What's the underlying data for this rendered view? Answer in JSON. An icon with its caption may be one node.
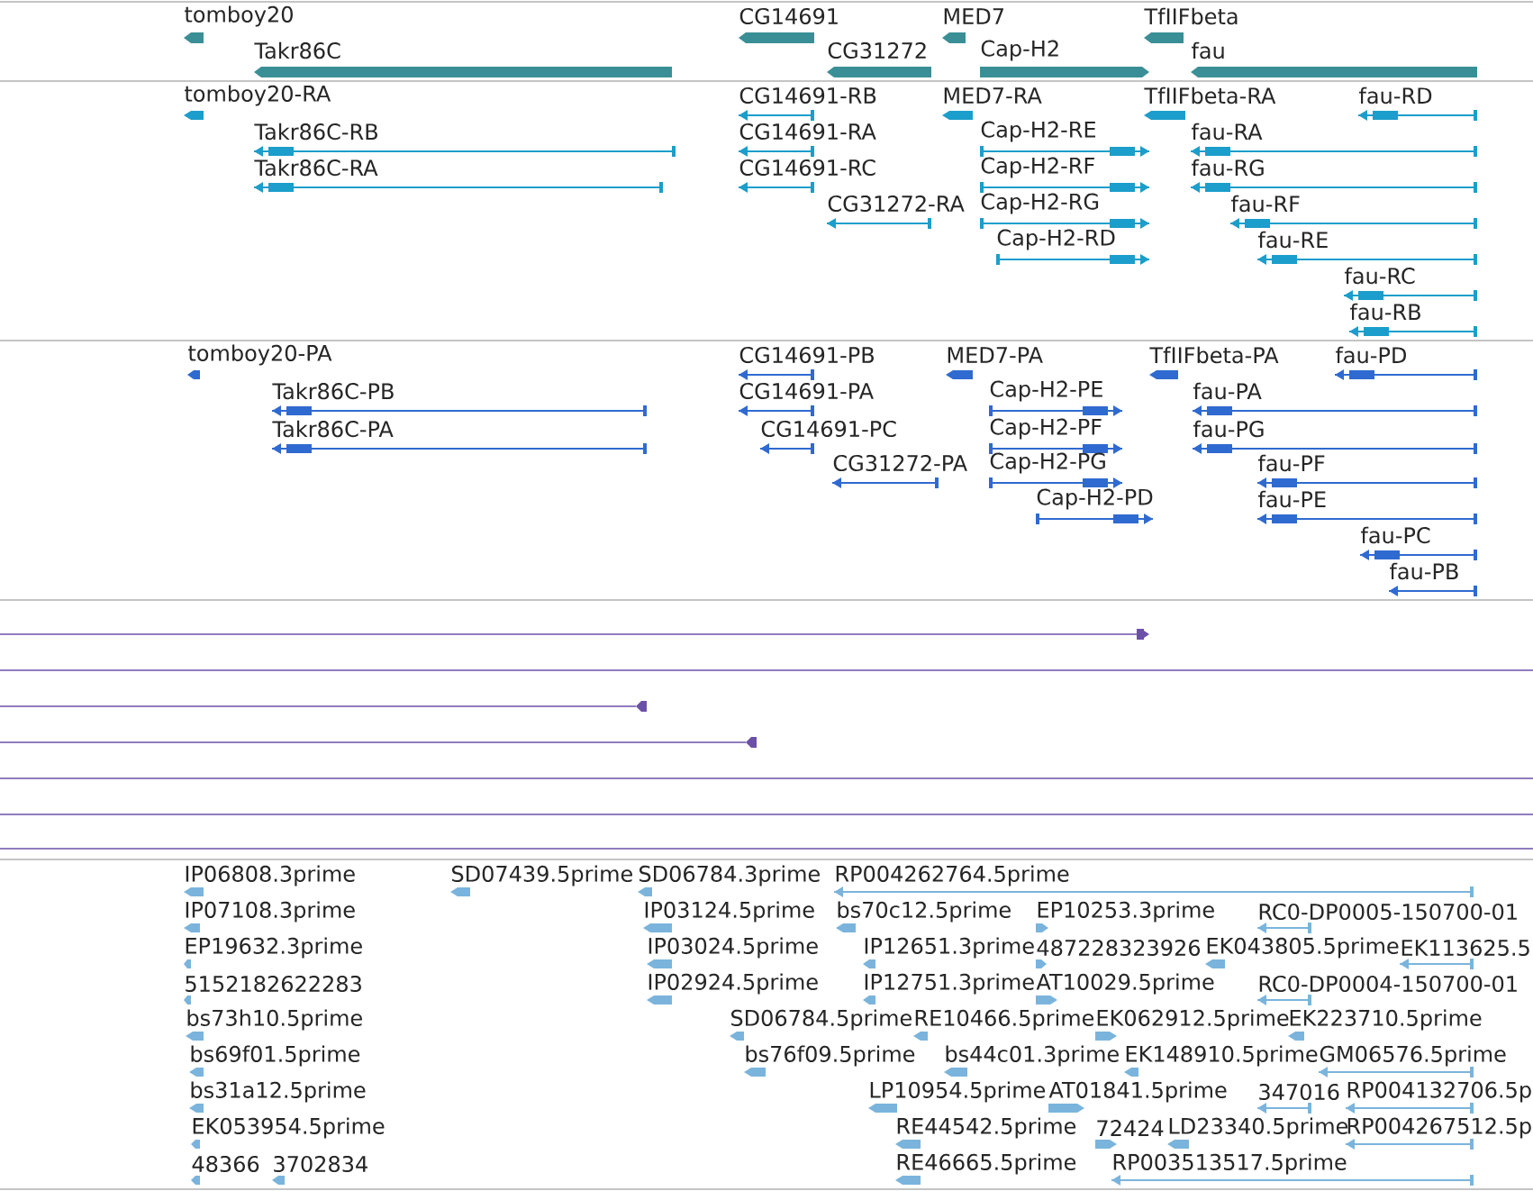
{
  "diagram": {
    "nodes": [
      {
        "text": [
          "tomboy20"
        ]
      },
      {
        "text": [
          "CG14691"
        ]
      },
      {
        "text": [
          "MED7"
        ]
      },
      {
        "text": [
          "TfIIFbeta"
        ]
      },
      {
        "text": [
          "Takr86C"
        ]
      },
      {
        "text": [
          "CG31272"
        ]
      },
      {
        "text": [
          "Cap-H2"
        ]
      },
      {
        "text": [
          "fau"
        ]
      },
      {
        "text": [
          "tomboy20-RA"
        ]
      },
      {
        "text": [
          "CG14691-RB"
        ]
      },
      {
        "text": [
          "MED7-RA"
        ]
      },
      {
        "text": [
          "TfIIFbeta-RA"
        ]
      },
      {
        "text": [
          "fau-RD"
        ]
      },
      {
        "text": [
          "Takr86C-RB"
        ]
      },
      {
        "text": [
          "CG14691-RA"
        ]
      },
      {
        "text": [
          "Cap-H2-RE"
        ]
      },
      {
        "text": [
          "fau-RA"
        ]
      },
      {
        "text": [
          "Takr86C-RA"
        ]
      },
      {
        "text": [
          "CG14691-RC"
        ]
      },
      {
        "text": [
          "Cap-H2-RF"
        ]
      },
      {
        "text": [
          "fau-RG"
        ]
      },
      {
        "text": [
          "CG31272-RA"
        ]
      },
      {
        "text": [
          "Cap-H2-RG"
        ]
      },
      {
        "text": [
          "fau-RF"
        ]
      },
      {
        "text": [
          "Cap-H2-RD"
        ]
      },
      {
        "text": [
          "fau-RE"
        ]
      },
      {
        "text": [
          "fau-RC"
        ]
      },
      {
        "text": [
          "fau-RB"
        ]
      },
      {
        "text": [
          "tomboy20-PA"
        ]
      },
      {
        "text": [
          "CG14691-PB"
        ]
      },
      {
        "text": [
          "MED7-PA"
        ]
      },
      {
        "text": [
          "TfIIFbeta-PA"
        ]
      },
      {
        "text": [
          "fau-PD"
        ]
      },
      {
        "text": [
          "Takr86C-PB"
        ]
      },
      {
        "text": [
          "CG14691-PA"
        ]
      },
      {
        "text": [
          "Cap-H2-PE"
        ]
      },
      {
        "text": [
          "fau-PA"
        ]
      },
      {
        "text": [
          "Takr86C-PA"
        ]
      },
      {
        "text": [
          "CG14691-PC"
        ]
      },
      {
        "text": [
          "Cap-H2-PF"
        ]
      },
      {
        "text": [
          "fau-PG"
        ]
      },
      {
        "text": [
          "CG31272-PA"
        ]
      },
      {
        "text": [
          "Cap-H2-PG"
        ]
      },
      {
        "text": [
          "fau-PF"
        ]
      },
      {
        "text": [
          "Cap-H2-PD"
        ]
      },
      {
        "text": [
          "fau-PE"
        ]
      },
      {
        "text": [
          "fau-PC"
        ]
      },
      {
        "text": [
          "fau-PB"
        ]
      },
      {
        "text": [
          "IP06808.3prime"
        ]
      },
      {
        "text": [
          "SD07439.5prime"
        ]
      },
      {
        "text": [
          "SD06784.3prime"
        ]
      },
      {
        "text": [
          "RP004262764.5prime"
        ]
      },
      {
        "text": [
          "IP07108.3prime"
        ]
      },
      {
        "text": [
          "IP03124.5prime"
        ]
      },
      {
        "text": [
          "bs70c12.5prime"
        ]
      },
      {
        "text": [
          "EP10253.3prime"
        ]
      },
      {
        "text": [
          "RC0-DP0005-150700-01"
        ]
      },
      {
        "text": [
          "EP19632.3prime"
        ]
      },
      {
        "text": [
          "IP03024.5prime"
        ]
      },
      {
        "text": [
          "IP12651.3prime"
        ]
      },
      {
        "text": [
          "487228323926"
        ]
      },
      {
        "text": [
          "EK043805.5prime"
        ]
      },
      {
        "text": [
          "EK113625.5"
        ]
      },
      {
        "text": [
          "5152182622283"
        ]
      },
      {
        "text": [
          "IP02924.5prime"
        ]
      },
      {
        "text": [
          "IP12751.3prime"
        ]
      },
      {
        "text": [
          "AT10029.5prime"
        ]
      },
      {
        "text": [
          "RC0-DP0004-150700-01"
        ]
      },
      {
        "text": [
          "bs73h10.5prime"
        ]
      },
      {
        "text": [
          "SD06784.5prime"
        ]
      },
      {
        "text": [
          "RE10466.5prime"
        ]
      },
      {
        "text": [
          "EK062912.5prime"
        ]
      },
      {
        "text": [
          "EK223710.5prime"
        ]
      },
      {
        "text": [
          "bs69f01.5prime"
        ]
      },
      {
        "text": [
          "bs76f09.5prime"
        ]
      },
      {
        "text": [
          "bs44c01.3prime"
        ]
      },
      {
        "text": [
          "EK148910.5prime"
        ]
      },
      {
        "text": [
          "GM06576.5prime"
        ]
      },
      {
        "text": [
          "bs31a12.5prime"
        ]
      },
      {
        "text": [
          "LP10954.5prime"
        ]
      },
      {
        "text": [
          "AT01841.5prime"
        ]
      },
      {
        "text": [
          "347016"
        ]
      },
      {
        "text": [
          "RP004132706.5p"
        ]
      },
      {
        "text": [
          "EK053954.5prime"
        ]
      },
      {
        "text": [
          "RE44542.5prime"
        ]
      },
      {
        "text": [
          "72424"
        ]
      },
      {
        "text": [
          "LD23340.5prime"
        ]
      },
      {
        "text": [
          "RP004267512.5p"
        ]
      },
      {
        "text": [
          "48366"
        ]
      },
      {
        "text": [
          "3702834"
        ]
      },
      {
        "text": [
          "RE46665.5prime"
        ]
      },
      {
        "text": [
          "RP003513517.5prime"
        ]
      }
    ]
  }
}
